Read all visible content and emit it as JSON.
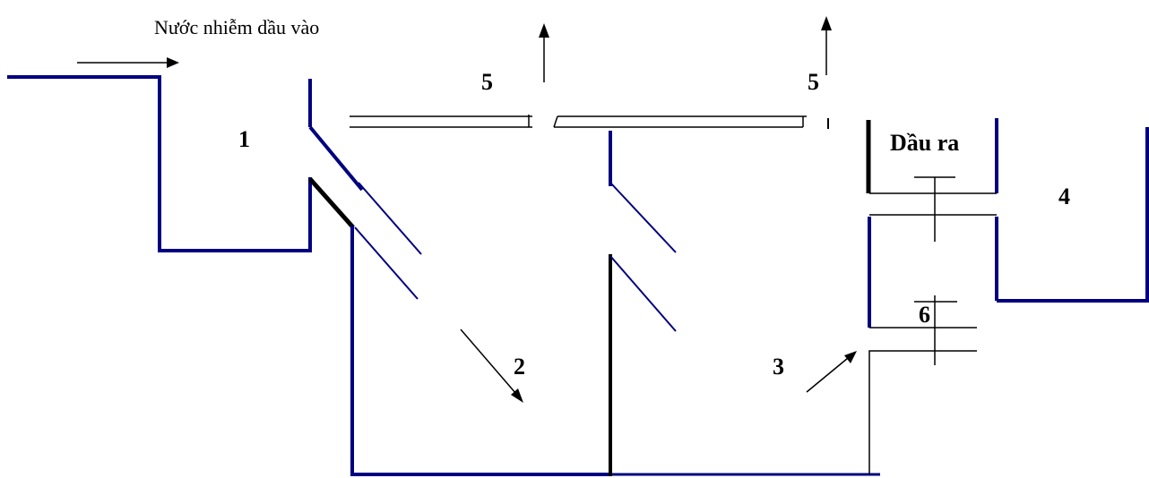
{
  "diagram": {
    "inlet_caption": "Nước nhiễm dầu vào",
    "label_1": "1",
    "label_2": "2",
    "label_3": "3",
    "label_4": "4",
    "label_5a": "5",
    "label_5b": "5",
    "label_6": "6",
    "oil_out": "Dầu ra"
  },
  "colors": {
    "wall": "#000080",
    "line": "#000000"
  }
}
